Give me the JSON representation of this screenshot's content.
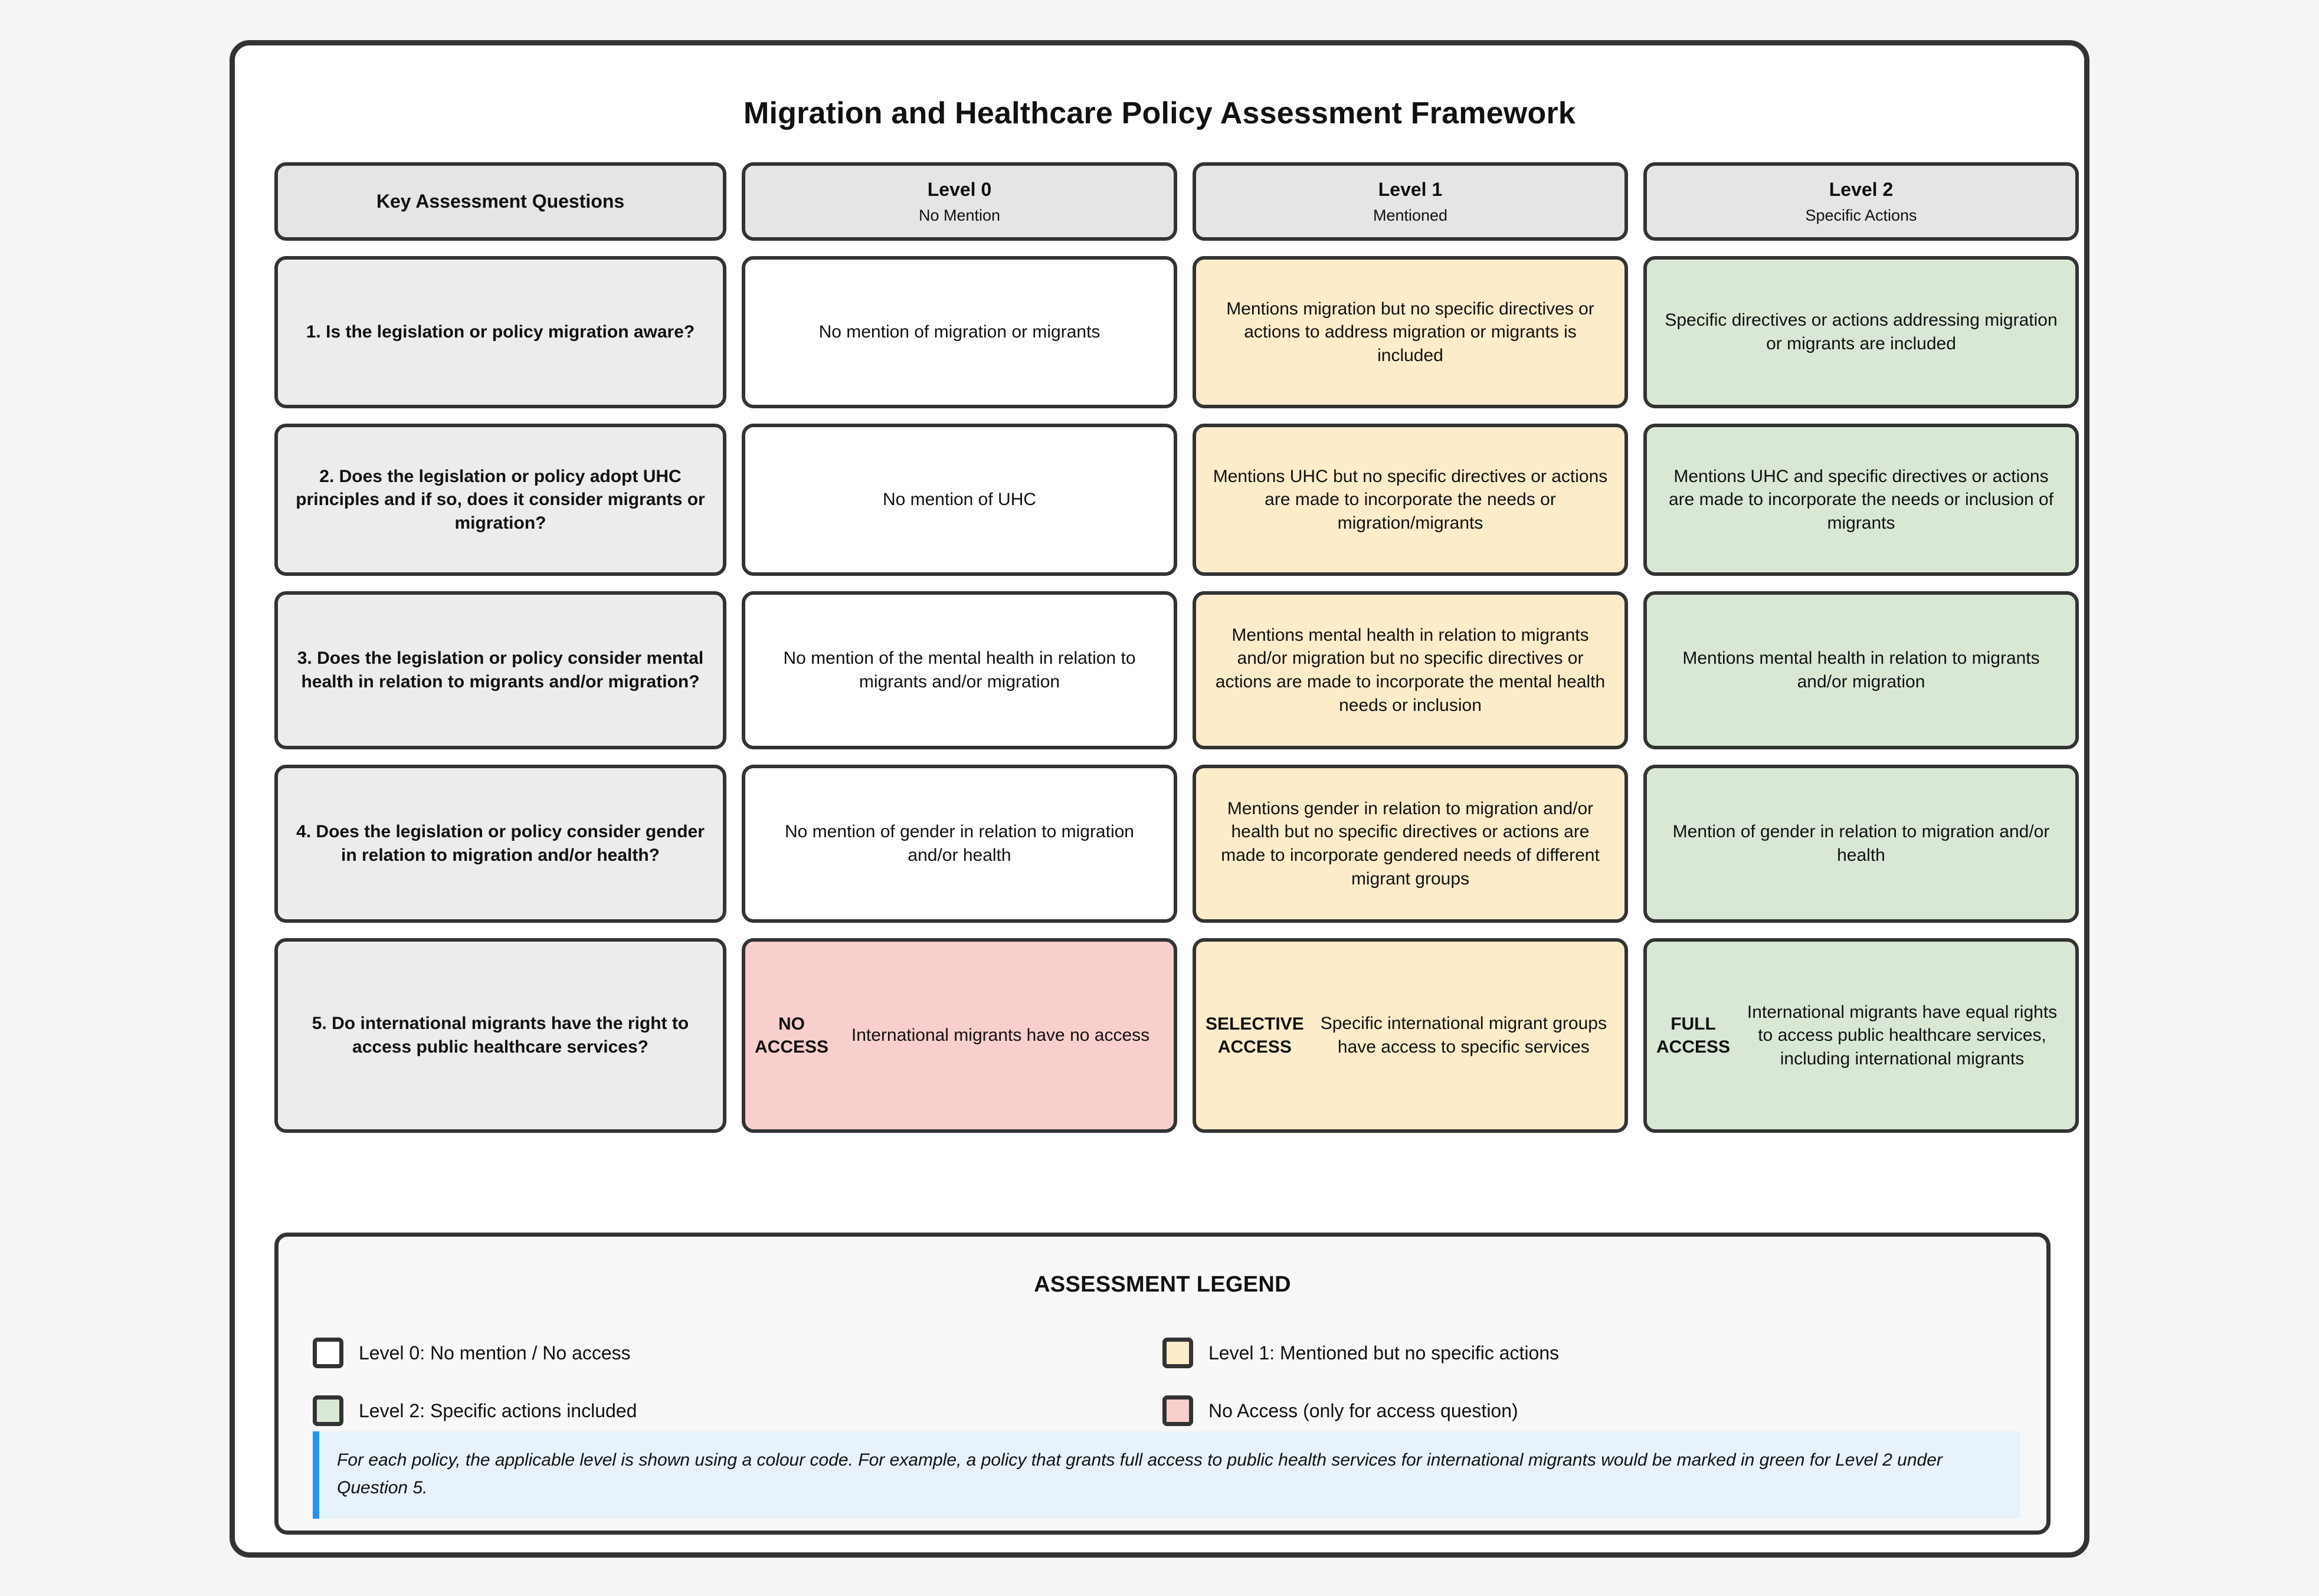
{
  "page": {
    "title": "Migration and Healthcare Policy Assessment Framework"
  },
  "colors": {
    "level0": "#ffffff",
    "level1": "#fcecca",
    "level2": "#d9e8d5",
    "no_access": "#f8cfcc",
    "question": "#ececec",
    "header": "#e5e5e5",
    "border": "#333333",
    "note_accent": "#2196f3",
    "note_background": "#e8f2fa"
  },
  "matrix": {
    "headers": [
      {
        "main": "Key Assessment Questions",
        "sub": ""
      },
      {
        "main": "Level 0",
        "sub": "No Mention"
      },
      {
        "main": "Level 1",
        "sub": "Mentioned"
      },
      {
        "main": "Level 2",
        "sub": "Specific Actions"
      }
    ],
    "rows": [
      {
        "question": "1. Is the legislation or policy migration aware?",
        "level0": "No mention of migration or migrants",
        "level1": "Mentions migration but no specific directives or actions to address migration or migrants is included",
        "level2": "Specific directives or actions addressing migration or migrants are included"
      },
      {
        "question": "2. Does the legislation or policy adopt UHC principles and if so, does it consider migrants or migration?",
        "level0": "No mention of UHC",
        "level1": "Mentions UHC but no specific directives or actions are made to incorporate the needs or migration/migrants",
        "level2": "Mentions UHC and specific directives or actions are made to incorporate the needs or inclusion of migrants"
      },
      {
        "question": "3. Does the legislation or policy consider mental health in relation to migrants and/or migration?",
        "level0": "No mention of the mental health in relation to migrants and/or migration",
        "level1": "Mentions mental health in relation to migrants and/or migration but no specific directives or actions are made to incorporate the mental health needs or inclusion",
        "level2": "Mentions mental health in relation to migrants and/or migration"
      },
      {
        "question": "4. Does the legislation or policy consider gender in relation to migration and/or health?",
        "level0": "No mention of gender in relation to migration and/or health",
        "level1": "Mentions gender in relation to migration and/or health but no specific directives or actions are made to incorporate gendered needs of different migrant groups",
        "level2": "Mention of gender in relation to migration and/or health"
      }
    ],
    "access_row": {
      "question": "5. Do international migrants have the right to access public healthcare services?",
      "level0_tag": "NO\nACCESS",
      "level0_desc": "International migrants have no access",
      "level1_tag": "SELECTIVE\nACCESS",
      "level1_desc": "Specific international migrant groups have access to specific services",
      "level2_tag": "FULL\nACCESS",
      "level2_desc": "International migrants have equal rights to access public healthcare services, including international migrants"
    }
  },
  "legend": {
    "title": "ASSESSMENT LEGEND",
    "items": [
      {
        "label": "Level 0: No mention / No access",
        "swatch": "level0"
      },
      {
        "label": "Level 1: Mentioned but no specific actions",
        "swatch": "level1"
      },
      {
        "label": "Level 2: Specific actions included",
        "swatch": "level2"
      },
      {
        "label": "No Access (only for access question)",
        "swatch": "no_access"
      }
    ],
    "note": "For each policy, the applicable level is shown using a colour code. For example, a policy that grants full access to public health services for international migrants would be marked in green for Level 2 under Question 5."
  }
}
